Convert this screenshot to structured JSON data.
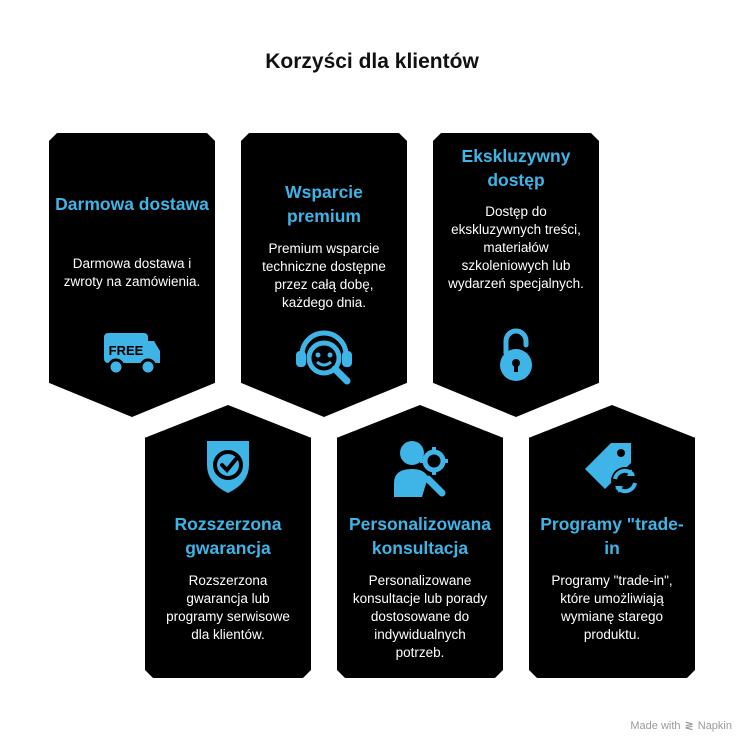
{
  "title": "Korzyści dla klientów",
  "accent_color": "#3fb4e7",
  "cards": [
    {
      "title": "Darmowa dostawa",
      "text": "Darmowa dostawa i zwroty na zamówienia.",
      "icon": "free-delivery-truck-icon",
      "icon_label": "FREE"
    },
    {
      "title": "Wsparcie premium",
      "text": "Premium wsparcie techniczne dostępne przez całą dobę, każdego dnia.",
      "icon": "headset-support-icon"
    },
    {
      "title": "Ekskluzywny dostęp",
      "text": "Dostęp do ekskluzywnych treści, materiałów szkoleniowych lub wydarzeń specjalnych.",
      "icon": "unlocked-padlock-icon"
    },
    {
      "title": "Rozszerzona gwarancja",
      "text": "Rozszerzona gwarancja lub programy serwisowe dla klientów.",
      "icon": "shield-check-icon"
    },
    {
      "title": "Personalizowana konsultacja",
      "text": "Personalizowane konsultacje lub porady dostosowane do indywidualnych potrzeb.",
      "icon": "person-gear-icon"
    },
    {
      "title": "Programy \"trade-in",
      "text": "Programy \"trade-in\", które umożliwiają wymianę starego produktu.",
      "icon": "price-tag-exchange-icon"
    }
  ],
  "footer": {
    "made_with": "Made with",
    "brand": "Napkin"
  }
}
